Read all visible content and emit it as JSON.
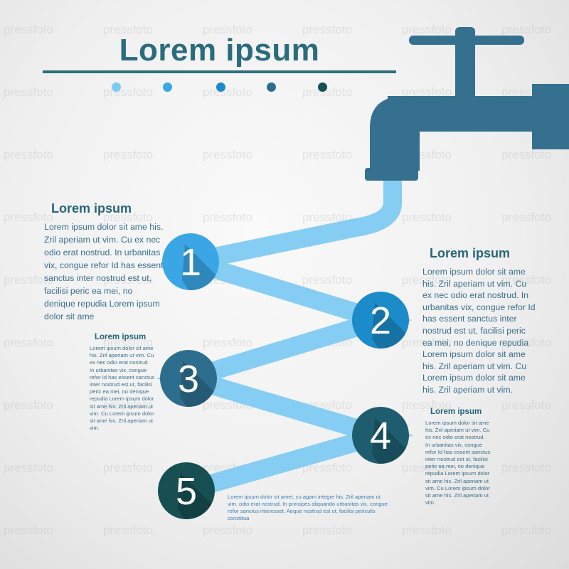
{
  "title": "Lorem ipsum",
  "dots": [
    "#7ccbf2",
    "#3aa6e6",
    "#1b8bc9",
    "#2d6e8e",
    "#174f52"
  ],
  "colors": {
    "faucet": "#35708f",
    "water": "#86cdf3",
    "text": "#3a6f8e",
    "heading": "#276579"
  },
  "steps": [
    {
      "num": "1",
      "color": "#3aa6e6"
    },
    {
      "num": "2",
      "color": "#1b8bc9"
    },
    {
      "num": "3",
      "color": "#2d6e8e"
    },
    {
      "num": "4",
      "color": "#1e5d6e"
    },
    {
      "num": "5",
      "color": "#174f52"
    }
  ],
  "blocks": {
    "b1": {
      "heading": "Lorem ipsum",
      "text": "Lorem ipsum dolor sit ame his. Zril aperiam ut vim. Cu ex nec odio erat nostrud. In urbanitas vix, congue refor Id has essent sanctus inter nostrud est ut, facilisi peric ea mei, no denique repudia Lorem ipsum dolor sit ame"
    },
    "b2": {
      "heading": "Lorem ipsum",
      "text": "Lorem ipsum dolor sit ame his. Zril aperiam ut vim. Cu ex nec odio erat nostrud. In urbanitas vix, congue refor Id has essent sanctus inter nostrud est ut, facilisi peric ea mei, no denique repudia Lorem ipsum dolor sit ame his. Zril aperiam ut vim. Cu Lorem ipsum dolor sit ame his. Zril aperiam ut vim."
    },
    "b3": {
      "heading": "Lorem ipsum",
      "text": "Lorem ipsum dolor sit ame his. Zril aperiam ut vim. Cu ex nec odio erat nostrud. In urbanitas vix, congue refor Id has essent sanctus inter nostrud est ut, facilisi peric ea mei, no denique repudia Lorem ipsum dolor sit ame his. Zril aperiam ut vim. Cu Lorem ipsum dolor sit ame his. Zril aperiam ut vim."
    },
    "b4": {
      "heading": "Lorem ipsum",
      "text": "Lorem ipsum dolor sit ame his. Zril aperiam ut vim. Cu ex nec odio erat nostrud. In urbanitas vix, congue refor Id has essent sanctus inter nostrud est ut, facilisi peric ea mei, no denique repudia Lorem ipsum dolor sit ame his. Zril aperiam ut vim. Cu Lorem ipsum dolor sit ame his. Zril aperiam ut vim."
    },
    "b5": {
      "text": "Lorem ipsum dolor sit amet, cu agam integre his. Zril aperiam ut vim. odio erat nostrud. In principes aliquando urbanitas vix, congue refor sanctus interesset. Aeque nostrud est ut, facilisi periculis constitua"
    }
  },
  "watermark": "pressfoto"
}
